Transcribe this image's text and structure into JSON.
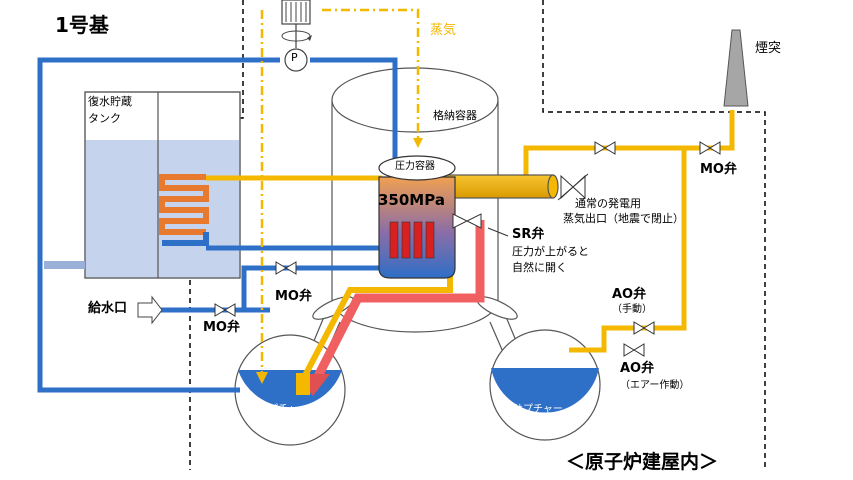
{
  "unit_label": "1号基",
  "tank_label_line1": "復水貯蔵",
  "tank_label_line2": "タンク",
  "steam_label": "蒸気",
  "pump_label": "P",
  "containment_label": "格納容器",
  "pressure_vessel_label": "圧力容器",
  "pressure_value": "350MPa",
  "sr_valve_label": "SR弁",
  "sr_note_line1": "圧力が上がると",
  "sr_note_line2": "自然に開く",
  "normal_outlet_line1": "通常の発電用",
  "normal_outlet_line2": "蒸気出口（地震で閉止）",
  "mo_valve_top_label": "MO弁",
  "stack_label": "煙突",
  "ao_valve_manual_label": "AO弁",
  "ao_valve_manual_note": "（手動）",
  "ao_valve_air_label": "AO弁",
  "ao_valve_air_note": "（エアー作動）",
  "feedwater_label": "給水口",
  "mo_valve_feed_label": "MO弁",
  "mo_valve_mid_label": "MO弁",
  "suppression_left_label": "サプチャー",
  "suppression_right_label": "サプチャー",
  "building_label": "＜原子炉建屋内＞",
  "colors": {
    "pipe_blue": "#2e6fc7",
    "pipe_yellow": "#f5b800",
    "pipe_red": "#f06060",
    "water": "#2e6fc7",
    "tank_fill": "#c5d3ec",
    "coil": "#e87a30"
  }
}
